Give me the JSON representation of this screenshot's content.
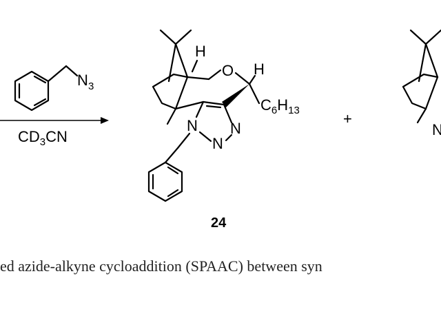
{
  "reagent": {
    "azide_label": "N",
    "azide_subscript": "3",
    "solvent_prefix": "CD",
    "solvent_subscript": "3",
    "solvent_suffix": "CN"
  },
  "product": {
    "h_top": "H",
    "oxygen": "O",
    "h_right": "H",
    "chain_prefix": "C",
    "chain_sub1": "6",
    "chain_mid": "H",
    "chain_sub2": "13",
    "n1": "N",
    "n3": "N",
    "n2": "N",
    "compound_number": "24"
  },
  "plus_sign": "+",
  "second_product": {
    "n_label": "N"
  },
  "caption": "ed azide-alkyne cycloaddition (SPAAC) between syn"
}
